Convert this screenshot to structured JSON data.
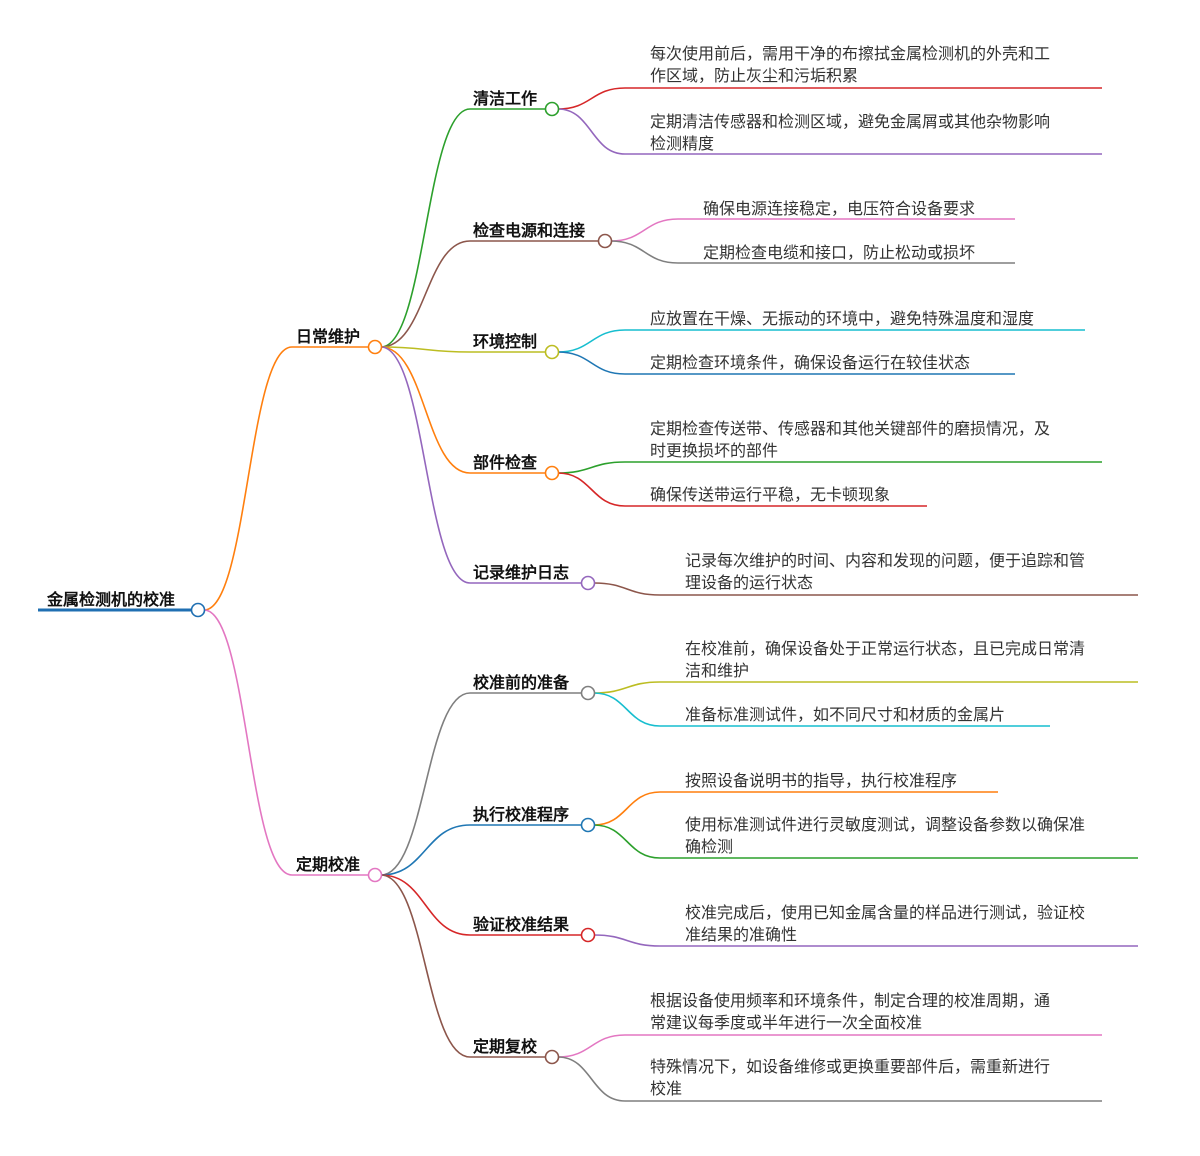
{
  "mindmap": {
    "root": {
      "label": "金属检测机的校准",
      "color": "#1f6fb2"
    },
    "branches": [
      {
        "label": "日常维护",
        "color": "#ff7f0e",
        "children": [
          {
            "label": "清洁工作",
            "color": "#2ca02c",
            "leaves": [
              {
                "text": "每次使用前后，需用干净的布擦拭金属检测机的外壳和工\n作区域，防止灰尘和污垢积累",
                "color": "#d62728"
              },
              {
                "text": "定期清洁传感器和检测区域，避免金属屑或其他杂物影响\n检测精度",
                "color": "#9467bd"
              }
            ]
          },
          {
            "label": "检查电源和连接",
            "color": "#8c564b",
            "leaves": [
              {
                "text": "确保电源连接稳定，电压符合设备要求",
                "color": "#e377c2"
              },
              {
                "text": "定期检查电缆和接口，防止松动或损坏",
                "color": "#7f7f7f"
              }
            ]
          },
          {
            "label": "环境控制",
            "color": "#bcbd22",
            "leaves": [
              {
                "text": "应放置在干燥、无振动的环境中，避免特殊温度和湿度",
                "color": "#17becf"
              },
              {
                "text": "定期检查环境条件，确保设备运行在较佳状态",
                "color": "#1f77b4"
              }
            ]
          },
          {
            "label": "部件检查",
            "color": "#ff7f0e",
            "leaves": [
              {
                "text": "定期检查传送带、传感器和其他关键部件的磨损情况，及\n时更换损坏的部件",
                "color": "#2ca02c"
              },
              {
                "text": "确保传送带运行平稳，无卡顿现象",
                "color": "#d62728"
              }
            ]
          },
          {
            "label": "记录维护日志",
            "color": "#9467bd",
            "leaves": [
              {
                "text": "记录每次维护的时间、内容和发现的问题，便于追踪和管\n理设备的运行状态",
                "color": "#8c564b"
              }
            ]
          }
        ]
      },
      {
        "label": "定期校准",
        "color": "#e377c2",
        "children": [
          {
            "label": "校准前的准备",
            "color": "#7f7f7f",
            "leaves": [
              {
                "text": "在校准前，确保设备处于正常运行状态，且已完成日常清\n洁和维护",
                "color": "#bcbd22"
              },
              {
                "text": "准备标准测试件，如不同尺寸和材质的金属片",
                "color": "#17becf"
              }
            ]
          },
          {
            "label": "执行校准程序",
            "color": "#1f77b4",
            "leaves": [
              {
                "text": "按照设备说明书的指导，执行校准程序",
                "color": "#ff7f0e"
              },
              {
                "text": "使用标准测试件进行灵敏度测试，调整设备参数以确保准\n确检测",
                "color": "#2ca02c"
              }
            ]
          },
          {
            "label": "验证校准结果",
            "color": "#d62728",
            "leaves": [
              {
                "text": "校准完成后，使用已知金属含量的样品进行测试，验证校\n准结果的准确性",
                "color": "#9467bd"
              }
            ]
          },
          {
            "label": "定期复校",
            "color": "#8c564b",
            "leaves": [
              {
                "text": "根据设备使用频率和环境条件，制定合理的校准周期，通\n常建议每季度或半年进行一次全面校准",
                "color": "#e377c2"
              },
              {
                "text": "特殊情况下，如设备维修或更换重要部件后，需重新进行\n校准",
                "color": "#7f7f7f"
              }
            ]
          }
        ]
      }
    ]
  }
}
